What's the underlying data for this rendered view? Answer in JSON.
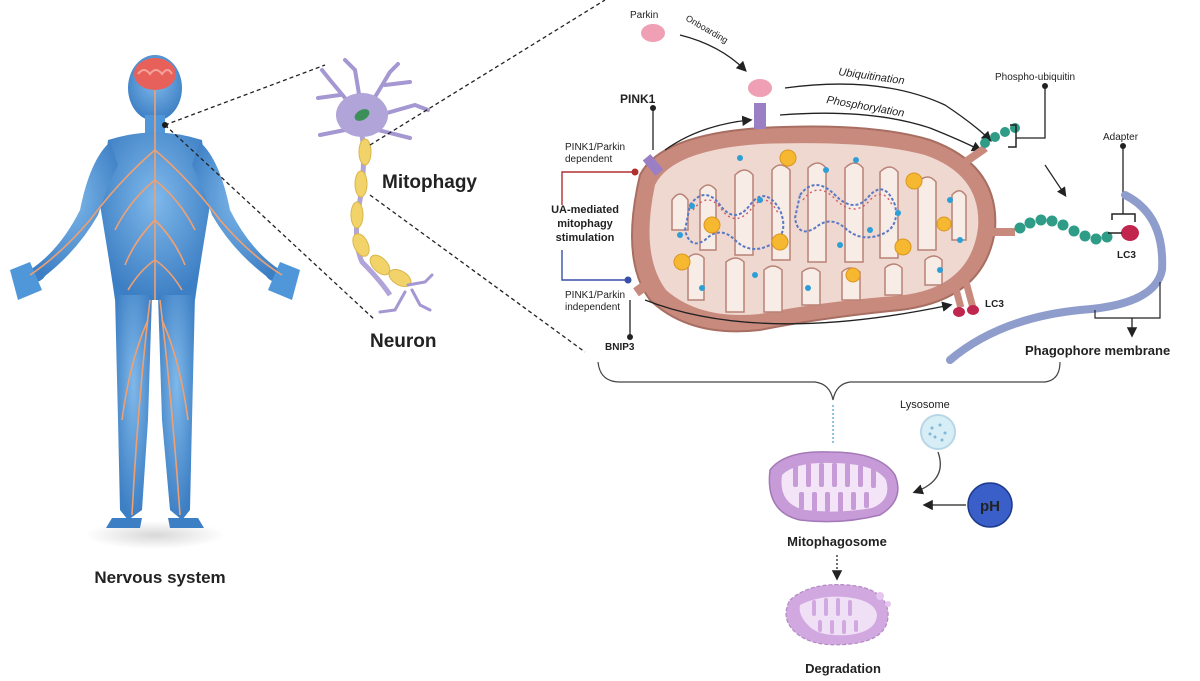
{
  "labels": {
    "nervous_system": "Nervous system",
    "neuron": "Neuron",
    "mitophagy": "Mitophagy",
    "parkin": "Parkin",
    "onboarding": "Onboarding",
    "ubiquitination": "Ubiquitination",
    "phosphorylation": "Phosphorylation",
    "phospho_ubiquitin": "Phospho-ubiquitin",
    "pink1": "PINK1",
    "adapter": "Adapter",
    "pink1_parkin_dependent_1": "PINK1/Parkin",
    "pink1_parkin_dependent_2": "dependent",
    "ua_mediated_1": "UA-mediated",
    "ua_mediated_2": "mitophagy",
    "ua_mediated_3": "stimulation",
    "pink1_parkin_independent_1": "PINK1/Parkin",
    "pink1_parkin_independent_2": "independent",
    "bnip3": "BNIP3",
    "lc3_top": "LC3",
    "lc3_bottom": "LC3",
    "phagophore_membrane": "Phagophore membrane",
    "lysosome": "Lysosome",
    "ph": "pH",
    "mitophagosome": "Mitophagosome",
    "degradation": "Degradation"
  },
  "colors": {
    "body": "#4f97d8",
    "body_dark": "#2f6fb5",
    "nerves": "#f0a070",
    "brain": "#e8605a",
    "neuron_body": "#b0a4d8",
    "myelin": "#f2d36a",
    "nucleus": "#3d8f5a",
    "mito_outer": "#c98a7e",
    "mito_inner": "#efd8d0",
    "mito_cristae": "#f7ece6",
    "ubiquitin": "#2e9c86",
    "parkin": "#f0a0b4",
    "pink1": "#9a7fc4",
    "lc3": "#c0264e",
    "phagophore": "#8f9dcc",
    "mitophagosome": "#c79ad8",
    "lysosome": "#d8eef6",
    "ph_circle": "#3a5fc8",
    "ua_red": "#b03030",
    "ua_blue": "#3a4fa8"
  }
}
